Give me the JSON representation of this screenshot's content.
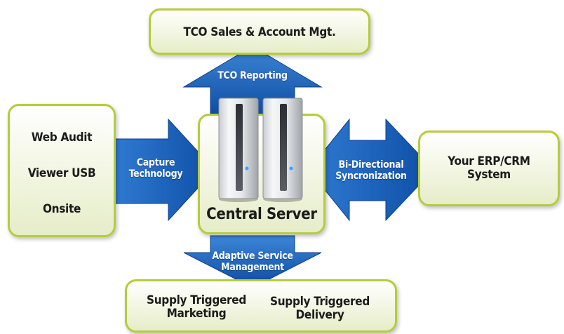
{
  "top_box": {
    "label": "TCO Sales & Account Mgt."
  },
  "top_arrow": {
    "label": "TCO Reporting"
  },
  "left_box": {
    "items": [
      "Web Audit",
      "Viewer USB",
      "Onsite"
    ]
  },
  "left_arrow": {
    "line1": "Capture",
    "line2": "Technology"
  },
  "center": {
    "label": "Central Server"
  },
  "right_arrow": {
    "line1": "Bi-Directional",
    "line2": "Syncronization"
  },
  "right_box": {
    "line1": "Your ERP/CRM",
    "line2": "System"
  },
  "bottom_arrow": {
    "line1": "Adaptive Service",
    "line2": "Management"
  },
  "bottom_box": {
    "left": {
      "line1": "Supply Triggered",
      "line2": "Marketing"
    },
    "right": {
      "line1": "Supply Triggered",
      "line2": "Delivery"
    }
  },
  "colors": {
    "box_border": "#b7cc3a",
    "arrow_blue": "#1a5fb4",
    "text_dark": "#1b1b1b"
  },
  "icons": [
    "server-icon",
    "server-icon"
  ]
}
